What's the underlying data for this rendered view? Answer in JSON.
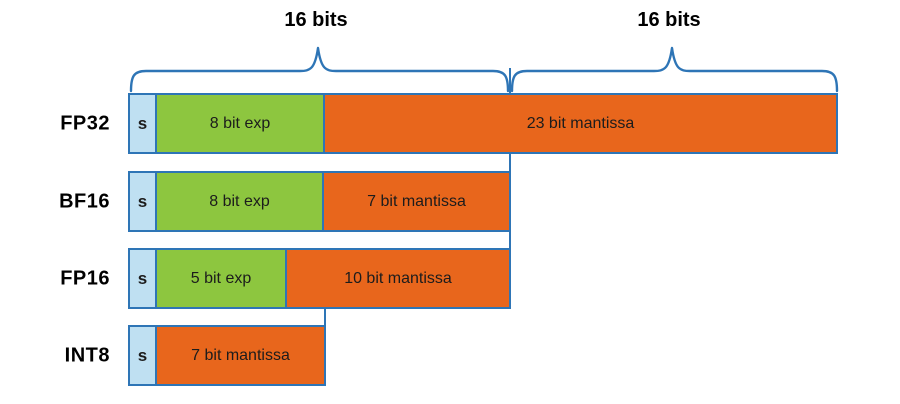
{
  "header": {
    "left_label": "16 bits",
    "right_label": "16 bits"
  },
  "colors": {
    "sign_fill": "#BFE0F2",
    "exponent_fill": "#8DC63F",
    "mantissa_fill": "#E8661C",
    "line_blue": "#2E75B6",
    "text_dark": "#1C1C1C",
    "label_black": "#000000",
    "background": "#FFFFFF"
  },
  "rows": [
    {
      "name": "FP32",
      "segments": [
        {
          "type": "sign",
          "label": "s"
        },
        {
          "type": "exponent",
          "label": "8 bit exp"
        },
        {
          "type": "mantissa",
          "label": "23 bit mantissa"
        }
      ]
    },
    {
      "name": "BF16",
      "segments": [
        {
          "type": "sign",
          "label": "s"
        },
        {
          "type": "exponent",
          "label": "8 bit exp"
        },
        {
          "type": "mantissa",
          "label": "7 bit mantissa"
        }
      ]
    },
    {
      "name": "FP16",
      "segments": [
        {
          "type": "sign",
          "label": "s"
        },
        {
          "type": "exponent",
          "label": "5 bit exp"
        },
        {
          "type": "mantissa",
          "label": "10 bit mantissa"
        }
      ]
    },
    {
      "name": "INT8",
      "segments": [
        {
          "type": "sign",
          "label": "s"
        },
        {
          "type": "mantissa",
          "label": "7 bit mantissa"
        }
      ]
    }
  ]
}
